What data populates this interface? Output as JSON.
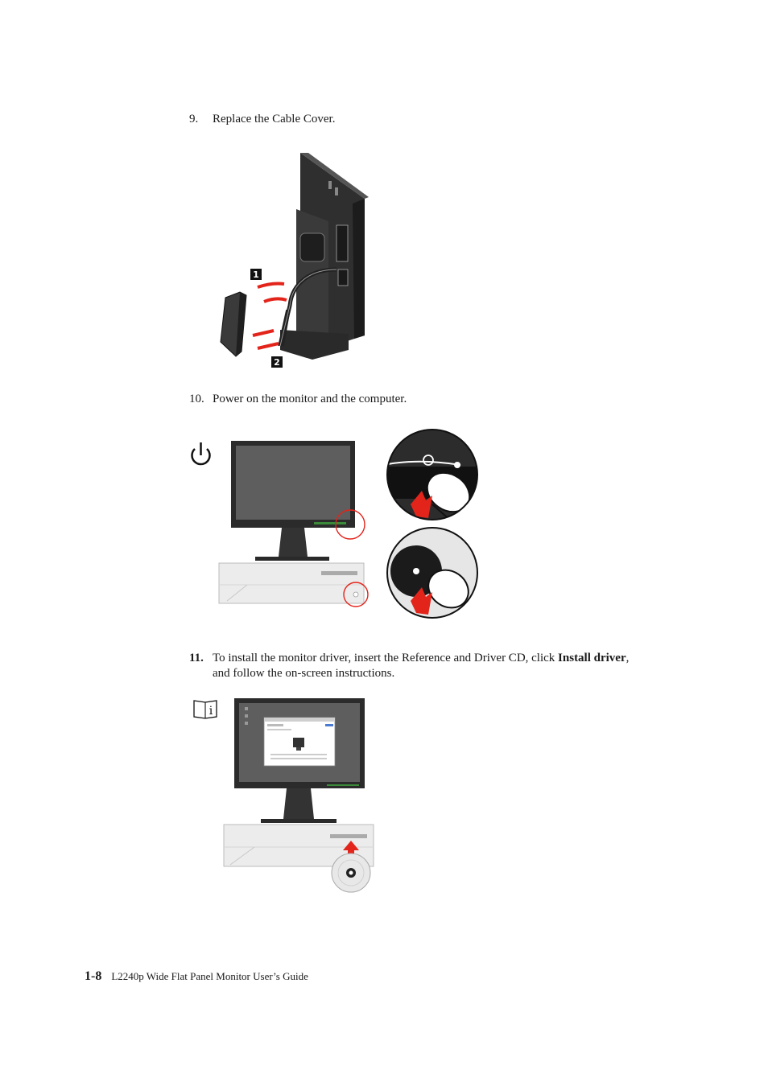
{
  "steps": [
    {
      "number": "9.",
      "text": "Replace the Cable Cover."
    },
    {
      "number": "10.",
      "text": "Power on the monitor and the computer."
    },
    {
      "number": "11.",
      "text_before": "To install the monitor driver, insert the Reference and Driver CD, click ",
      "bold": "Install driver",
      "text_after": ", and follow the on-screen instructions."
    }
  ],
  "figure_labels": {
    "callout_1": "1",
    "callout_2": "2",
    "info_glyph": "i"
  },
  "footer": {
    "page_number": "1-8",
    "title": "L2240p Wide Flat Panel Monitor User’s Guide"
  },
  "colors": {
    "arrow": "#e3241b",
    "monitor": "#2b2b2b",
    "screen": "#5e5e5e",
    "highlight": "#e3241b"
  }
}
